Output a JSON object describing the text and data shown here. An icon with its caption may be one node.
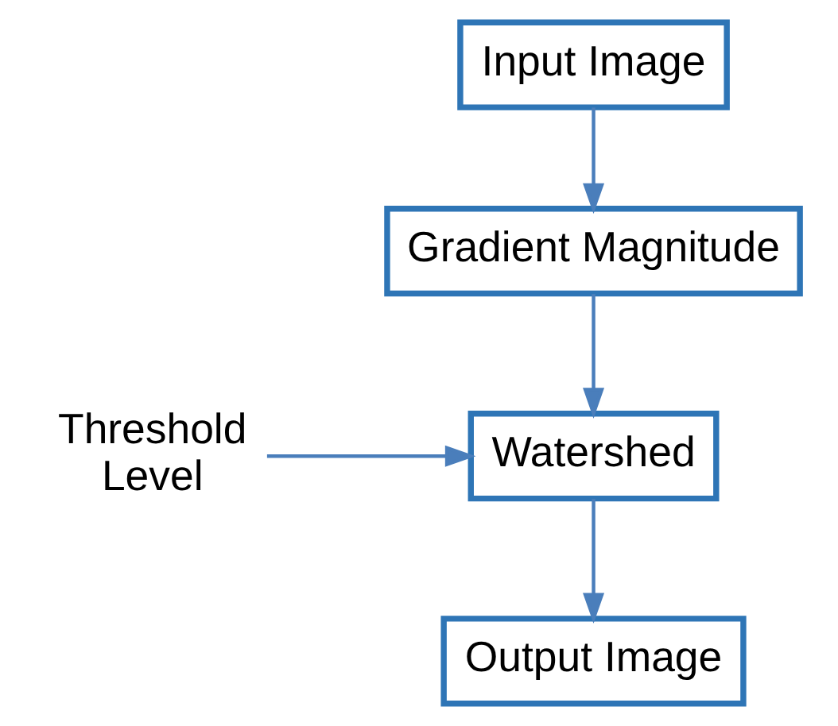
{
  "diagram": {
    "nodes": [
      {
        "text": [
          "Input Image"
        ]
      },
      {
        "text": [
          "Gradient Magnitude"
        ]
      },
      {
        "text": [
          "Watershed"
        ]
      },
      {
        "text": [
          "Threshold Level"
        ]
      },
      {
        "text": [
          "Output Image"
        ]
      }
    ],
    "edges": [
      {
        "from": 0,
        "to": 1,
        "arrow": "to"
      },
      {
        "from": 1,
        "to": 2,
        "arrow": "to"
      },
      {
        "from": 3,
        "to": 2,
        "arrow": "to"
      },
      {
        "from": 2,
        "to": 4,
        "arrow": "to"
      }
    ]
  }
}
